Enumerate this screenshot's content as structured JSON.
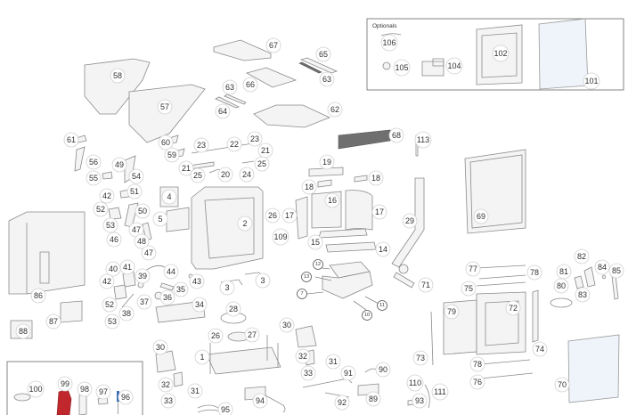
{
  "diagram": {
    "type": "exploded-parts-diagram",
    "optionals_box": {
      "title": "Optionals",
      "parts": [
        "106",
        "105",
        "104",
        "102",
        "101"
      ]
    },
    "accessories_box": {
      "parts": [
        "100",
        "99",
        "98",
        "97",
        "96"
      ]
    },
    "callouts": [
      {
        "id": "c67",
        "label": "67"
      },
      {
        "id": "c65",
        "label": "65"
      },
      {
        "id": "c63a",
        "label": "63"
      },
      {
        "id": "c66",
        "label": "66"
      },
      {
        "id": "c63b",
        "label": "63"
      },
      {
        "id": "c64",
        "label": "64"
      },
      {
        "id": "c62",
        "label": "62"
      },
      {
        "id": "c58",
        "label": "58"
      },
      {
        "id": "c57",
        "label": "57"
      },
      {
        "id": "c106",
        "label": "106"
      },
      {
        "id": "c105",
        "label": "105"
      },
      {
        "id": "c104",
        "label": "104"
      },
      {
        "id": "c102",
        "label": "102"
      },
      {
        "id": "c101",
        "label": "101"
      },
      {
        "id": "c61",
        "label": "61"
      },
      {
        "id": "c56",
        "label": "56"
      },
      {
        "id": "c60",
        "label": "60"
      },
      {
        "id": "c59",
        "label": "59"
      },
      {
        "id": "c23a",
        "label": "23"
      },
      {
        "id": "c22",
        "label": "22"
      },
      {
        "id": "c23b",
        "label": "23"
      },
      {
        "id": "c21a",
        "label": "21"
      },
      {
        "id": "c21b",
        "label": "21"
      },
      {
        "id": "c25a",
        "label": "25"
      },
      {
        "id": "c20",
        "label": "20"
      },
      {
        "id": "c24",
        "label": "24"
      },
      {
        "id": "c25b",
        "label": "25"
      },
      {
        "id": "c68",
        "label": "68"
      },
      {
        "id": "c113",
        "label": "113"
      },
      {
        "id": "c49",
        "label": "49"
      },
      {
        "id": "c54",
        "label": "54"
      },
      {
        "id": "c55",
        "label": "55"
      },
      {
        "id": "c51",
        "label": "51"
      },
      {
        "id": "c42a",
        "label": "42"
      },
      {
        "id": "c52a",
        "label": "52"
      },
      {
        "id": "c50",
        "label": "50"
      },
      {
        "id": "c53a",
        "label": "53"
      },
      {
        "id": "c47a",
        "label": "47"
      },
      {
        "id": "c46",
        "label": "46"
      },
      {
        "id": "c48",
        "label": "48"
      },
      {
        "id": "c47b",
        "label": "47"
      },
      {
        "id": "c4",
        "label": "4"
      },
      {
        "id": "c5",
        "label": "5"
      },
      {
        "id": "c2",
        "label": "2"
      },
      {
        "id": "c26a",
        "label": "26"
      },
      {
        "id": "c109",
        "label": "109"
      },
      {
        "id": "c17a",
        "label": "17"
      },
      {
        "id": "c19",
        "label": "19"
      },
      {
        "id": "c18a",
        "label": "18"
      },
      {
        "id": "c18b",
        "label": "18"
      },
      {
        "id": "c16",
        "label": "16"
      },
      {
        "id": "c17b",
        "label": "17"
      },
      {
        "id": "c15",
        "label": "15"
      },
      {
        "id": "c14",
        "label": "14"
      },
      {
        "id": "c29",
        "label": "29"
      },
      {
        "id": "c69",
        "label": "69"
      },
      {
        "id": "c86",
        "label": "86"
      },
      {
        "id": "c87",
        "label": "87"
      },
      {
        "id": "c88",
        "label": "88"
      },
      {
        "id": "c40",
        "label": "40"
      },
      {
        "id": "c41",
        "label": "41"
      },
      {
        "id": "c42b",
        "label": "42"
      },
      {
        "id": "c39",
        "label": "39"
      },
      {
        "id": "c44",
        "label": "44"
      },
      {
        "id": "c35",
        "label": "35"
      },
      {
        "id": "c36",
        "label": "36"
      },
      {
        "id": "c37",
        "label": "37"
      },
      {
        "id": "c52b",
        "label": "52"
      },
      {
        "id": "c38",
        "label": "38"
      },
      {
        "id": "c53b",
        "label": "53"
      },
      {
        "id": "c43",
        "label": "43"
      },
      {
        "id": "c3a",
        "label": "3"
      },
      {
        "id": "c3b",
        "label": "3"
      },
      {
        "id": "c34",
        "label": "34"
      },
      {
        "id": "c28",
        "label": "28"
      },
      {
        "id": "c26b",
        "label": "26"
      },
      {
        "id": "c27",
        "label": "27"
      },
      {
        "id": "c1",
        "label": "1"
      },
      {
        "id": "c30a",
        "label": "30"
      },
      {
        "id": "c32a",
        "label": "32"
      },
      {
        "id": "c33a",
        "label": "33"
      },
      {
        "id": "c31a",
        "label": "31"
      },
      {
        "id": "c30b",
        "label": "30"
      },
      {
        "id": "c32b",
        "label": "32"
      },
      {
        "id": "c33b",
        "label": "33"
      },
      {
        "id": "c31b",
        "label": "31"
      },
      {
        "id": "c91",
        "label": "91"
      },
      {
        "id": "c90",
        "label": "90"
      },
      {
        "id": "c92",
        "label": "92"
      },
      {
        "id": "c89",
        "label": "89"
      },
      {
        "id": "c94",
        "label": "94"
      },
      {
        "id": "c95",
        "label": "95"
      },
      {
        "id": "c12",
        "label": "12"
      },
      {
        "id": "c13",
        "label": "13"
      },
      {
        "id": "c7",
        "label": "7"
      },
      {
        "id": "c11",
        "label": "11"
      },
      {
        "id": "c10",
        "label": "10"
      },
      {
        "id": "c71",
        "label": "71"
      },
      {
        "id": "c77",
        "label": "77"
      },
      {
        "id": "c78a",
        "label": "78"
      },
      {
        "id": "c75",
        "label": "75"
      },
      {
        "id": "c79",
        "label": "79"
      },
      {
        "id": "c72",
        "label": "72"
      },
      {
        "id": "c74",
        "label": "74"
      },
      {
        "id": "c73",
        "label": "73"
      },
      {
        "id": "c78b",
        "label": "78"
      },
      {
        "id": "c76",
        "label": "76"
      },
      {
        "id": "c70",
        "label": "70"
      },
      {
        "id": "c82",
        "label": "82"
      },
      {
        "id": "c81",
        "label": "81"
      },
      {
        "id": "c80",
        "label": "80"
      },
      {
        "id": "c84",
        "label": "84"
      },
      {
        "id": "c85",
        "label": "85"
      },
      {
        "id": "c83",
        "label": "83"
      },
      {
        "id": "c110",
        "label": "110"
      },
      {
        "id": "c111",
        "label": "111"
      },
      {
        "id": "c93",
        "label": "93"
      },
      {
        "id": "c100",
        "label": "100"
      },
      {
        "id": "c99",
        "label": "99"
      },
      {
        "id": "c98",
        "label": "98"
      },
      {
        "id": "c97",
        "label": "97"
      },
      {
        "id": "c96",
        "label": "96"
      }
    ],
    "colors": {
      "line_art": "#8a8a8a",
      "glove": "#c0282d",
      "screwdriver_handle": "#3a6fb5",
      "glass": "#eef4fa"
    }
  }
}
